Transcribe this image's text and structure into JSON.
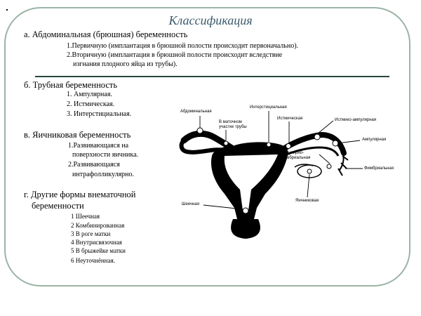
{
  "title": "Классификация",
  "section_a": {
    "heading": "а. Абдоминальная (брюшная) беременность",
    "items": [
      "1.Первичную (имплантация в брюшной полости происходит первоначально).",
      "2.Вторичную (имплантация в брюшной полости происходит вследствие",
      "изгнания плодного яйца из трубы)."
    ]
  },
  "section_b": {
    "heading": "б. Трубная беременность",
    "items": [
      "1. Ампулярная.",
      "2. Истмическая.",
      "3. Интерстициальная."
    ]
  },
  "section_c": {
    "heading": "в. Яичниковая беременность",
    "items": [
      "1.Развивающаяся на",
      "поверхности яичника.",
      "2.Развивающаяся",
      "интрафолликулярно."
    ]
  },
  "section_d": {
    "heading_1": "г. Другие формы внематочной",
    "heading_2": "беременности",
    "items": [
      "1 Шеечная",
      "2 Комбинированная",
      "3 В роге матки",
      "4 Внутрисвязочная",
      "5 В брыжейке матки",
      "6 Неуточнённая."
    ]
  },
  "diagram_labels": {
    "abdominal": "Абдоминальная",
    "interstitial": "Интерстициальная",
    "in_uterine_tube_1": "В маточном",
    "in_uterine_tube_2": "участке трубы",
    "isthmic": "Истмическая",
    "isthmic_ampullar": "Истмико-ампулярная",
    "ampullar": "Ампулярная",
    "ampullar_fimbrial_1": "Ампулярно-",
    "ampullar_fimbrial_2": "фимбриальная",
    "fimbrial": "Фимбриальная",
    "cervical": "Шеечная",
    "ovarian": "Яичниковая"
  },
  "colors": {
    "frame": "#9bb4a5",
    "title": "#3b5a6b",
    "rule": "#27473e"
  }
}
